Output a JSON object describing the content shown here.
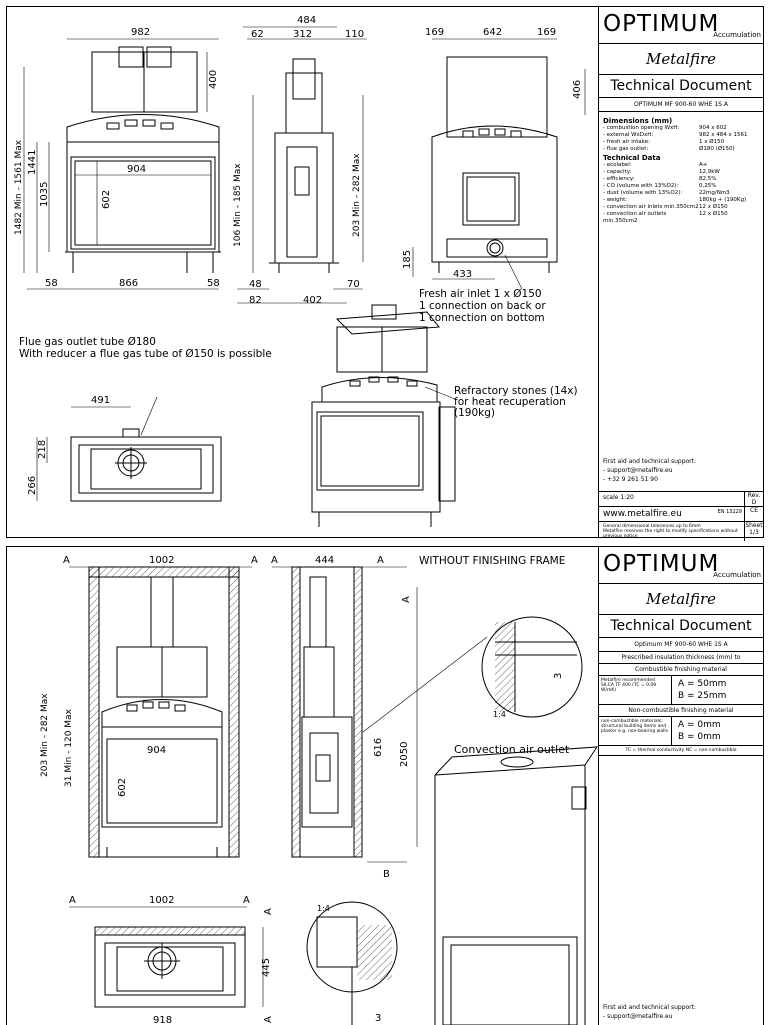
{
  "sheet1": {
    "logo": "OPTIMUM",
    "logo_sub": "Accumulation",
    "brand": "Metalfire",
    "doc_title": "Technical Document",
    "model": "OPTIMUM MF 900-60 WHE 1S A",
    "dimensions_heading": "Dimensions (mm)",
    "dimensions": [
      {
        "k": "- combustion opening WxH:",
        "v": "904 x 602"
      },
      {
        "k": "- external WxDxH:",
        "v": "982 x 484 x 1561"
      },
      {
        "k": "- fresh air intake:",
        "v": "1 x Ø150"
      },
      {
        "k": "- flue gas outlet:",
        "v": "Ø180 (Ø150)"
      }
    ],
    "technical_heading": "Technical Data",
    "technical": [
      {
        "k": "- ecolabel:",
        "v": "A+"
      },
      {
        "k": "- capacity:",
        "v": "12,9kW"
      },
      {
        "k": "- efficiency:",
        "v": "82,5%"
      },
      {
        "k": "- CO (volume with 13%O2):",
        "v": "0,25%"
      },
      {
        "k": "- dust (volume with 13%O2):",
        "v": "22mg/Nm3"
      },
      {
        "k": "- weight:",
        "v": "180kg + (190Kg)"
      },
      {
        "k": "- convection air inlets min.350cm2",
        "v": "12 x Ø150"
      },
      {
        "k": "- convection air outlets min.350cm2",
        "v": "12 x Ø150"
      }
    ],
    "support_title": "First aid and technical support:",
    "support_email": "- support@metalfire.eu",
    "support_phone": "- +32 9 261 51 90",
    "scale": "scale 1:20",
    "rev_label": "Rev.",
    "rev_value": "D",
    "website": "www.metalfire.eu",
    "en": "EN 13229",
    "ce": "CE",
    "tolerance": "General dimensional tolerances up to 6mm",
    "tolerance_note": "Metalfire reserves the right to modify specifications without previous notice",
    "sheet_label": "Sheet",
    "sheet_value": "1/3",
    "dims": {
      "w982": "982",
      "h400": "400",
      "h1561": "1482 Min - 1561 Max",
      "h1441": "1441",
      "h1035": "1035",
      "w904": "904",
      "h602": "602",
      "w58a": "58",
      "w866": "866",
      "w58b": "58",
      "w484": "484",
      "w62": "62",
      "w312": "312",
      "w110": "110",
      "side_h": "106 Min - 185 Max",
      "w48": "48",
      "w82": "82",
      "w402": "402",
      "w70": "70",
      "w169a": "169",
      "w642": "642",
      "w169b": "169",
      "h406": "406",
      "h282": "203 Min - 282 Max",
      "h185": "185",
      "w433": "433",
      "w491": "491",
      "h218": "218",
      "h266": "266"
    },
    "note_fresh_air": [
      "Fresh air inlet 1 x Ø150",
      "1 connection on back or",
      "1 connection on bottom"
    ],
    "note_flue": [
      "Flue gas outlet tube Ø180",
      "With reducer a flue gas tube of Ø150 is possible"
    ],
    "note_refractory": [
      "Refractory stones (14x)",
      "for heat recuperation",
      "(190kg)"
    ]
  },
  "sheet2": {
    "logo": "OPTIMUM",
    "logo_sub": "Accumulation",
    "brand": "Metalfire",
    "doc_title": "Technical Document",
    "model": "Optimum MF 900-60 WHE 1S A",
    "ins_title": "Prescribed insulation thickness (mm) to",
    "combustible": "Combustible finishing material",
    "combustible_left": "Metalfire recommended SILCA TF 400 (TC = 0.09 W/mK)",
    "a50": "A = 50mm",
    "b25": "B = 25mm",
    "noncombustible": "Non-combustible finishing material",
    "noncomb_left": "non-combustible materials: structural building items and plaster e.g. non-bearing walls",
    "a0": "A = 0mm",
    "b0": "B = 0mm",
    "legend": "TC = thermal conductivity     NC = non-combustible",
    "header_note": "WITHOUT FINISHING FRAME",
    "convection": "Convection air outlet",
    "scale14": "1:4",
    "scale14b": "1:4",
    "dims": {
      "A": "A",
      "B": "B",
      "w1002": "1002",
      "w444": "444",
      "h282": "203 Min - 282 Max",
      "h120": "31 Min - 120 Max",
      "w904": "904",
      "h602": "602",
      "h616": "616",
      "h2050": "2050",
      "h445": "445",
      "three": "3",
      "w1002b": "1002",
      "w918": "918"
    },
    "support_title": "First aid and technical support:",
    "support_email": "- support@metalfire.eu"
  }
}
